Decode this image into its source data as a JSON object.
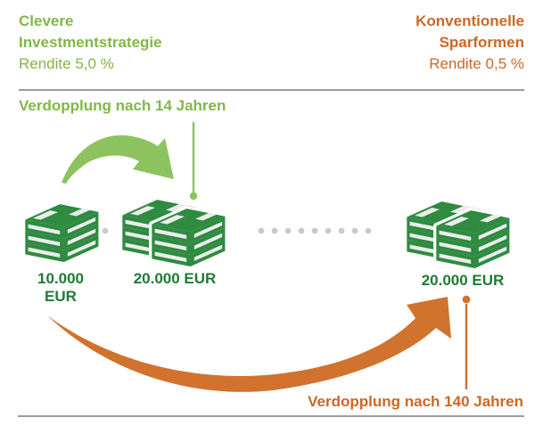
{
  "left_column": {
    "title_line1": "Clevere",
    "title_line2": "Investmentstrategie",
    "subtitle": "Rendite 5,0 %"
  },
  "right_column": {
    "title_line1": "Konventionelle",
    "title_line2": "Sparformen",
    "subtitle": "Rendite 0,5 %"
  },
  "green_annotation": "Verdopplung nach 14 Jahren",
  "orange_annotation": "Verdopplung nach 140 Jahren",
  "money_stacks": [
    {
      "label": "10.000 EUR",
      "bundles": 1
    },
    {
      "label": "20.000 EUR",
      "bundles": 2
    },
    {
      "label": "20.000 EUR",
      "bundles": 2
    }
  ],
  "colors": {
    "green-text": "#82b74a",
    "green-arrow": "#8dc35e",
    "money-green": "#2e8b40",
    "money-face": "#ebedeb",
    "label-green": "#1f7a36",
    "orange-text": "#ca6827",
    "orange-arrow": "#d1722e",
    "divider-gray": "#9d9d9d",
    "dot-gray": "#c9c9c9"
  }
}
